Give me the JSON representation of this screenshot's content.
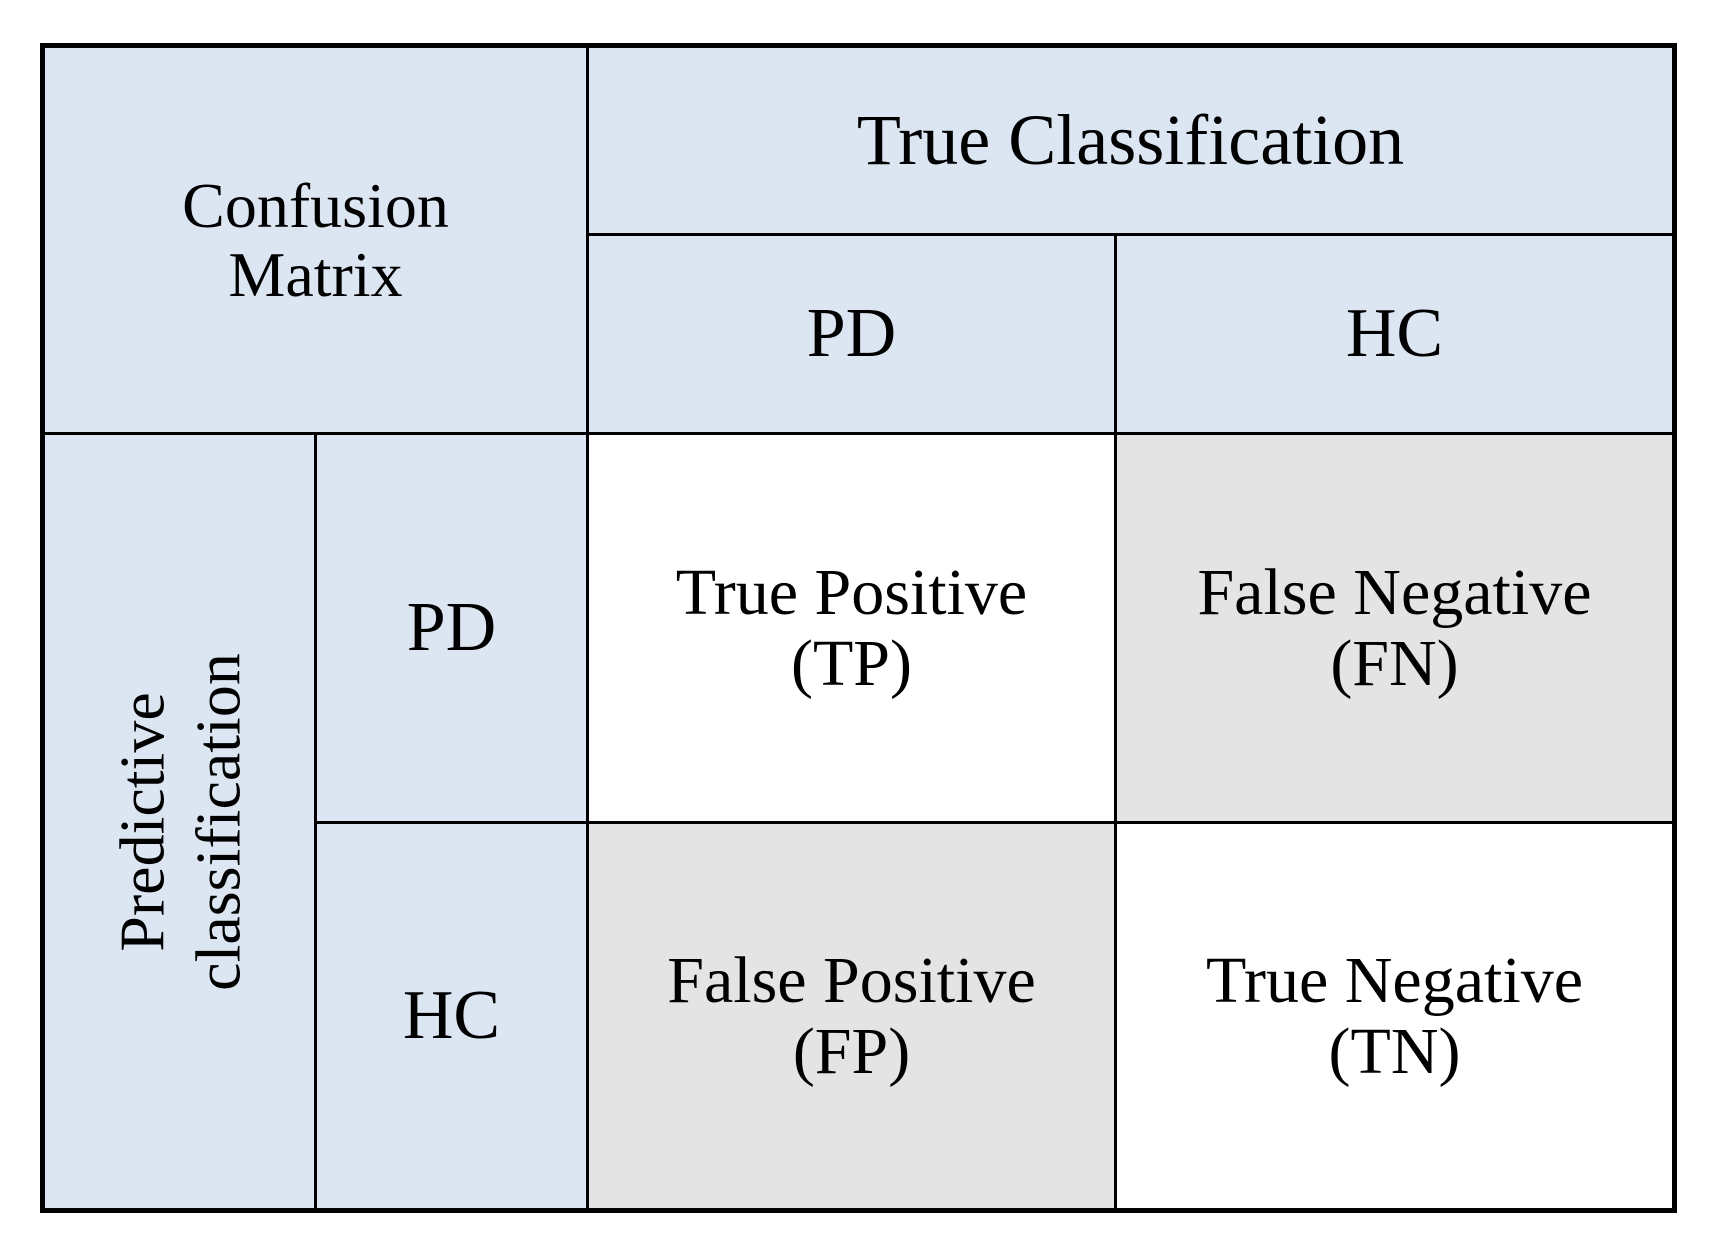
{
  "figure": {
    "type": "table",
    "kind": "confusion-matrix",
    "corner_title_line1": "Confusion",
    "corner_title_line2": "Matrix",
    "column_group_header": "True Classification",
    "row_group_header_line1": "Predictive",
    "row_group_header_line2": "classification",
    "column_headers": [
      "PD",
      "HC"
    ],
    "row_headers": [
      "PD",
      "HC"
    ],
    "cells": [
      [
        {
          "name_line": "True Positive",
          "abbrev_line": "(TP)",
          "shading": "white"
        },
        {
          "name_line": "False Negative",
          "abbrev_line": "(FN)",
          "shading": "gray"
        }
      ],
      [
        {
          "name_line": "False Positive",
          "abbrev_line": "(FP)",
          "shading": "gray"
        },
        {
          "name_line": "True Negative",
          "abbrev_line": "(TN)",
          "shading": "white"
        }
      ]
    ]
  },
  "colors": {
    "header_blue": "#dce6f2",
    "cell_gray": "#e4e4e4",
    "cell_white": "#ffffff",
    "border_black": "#000000",
    "text_black": "#000000"
  }
}
